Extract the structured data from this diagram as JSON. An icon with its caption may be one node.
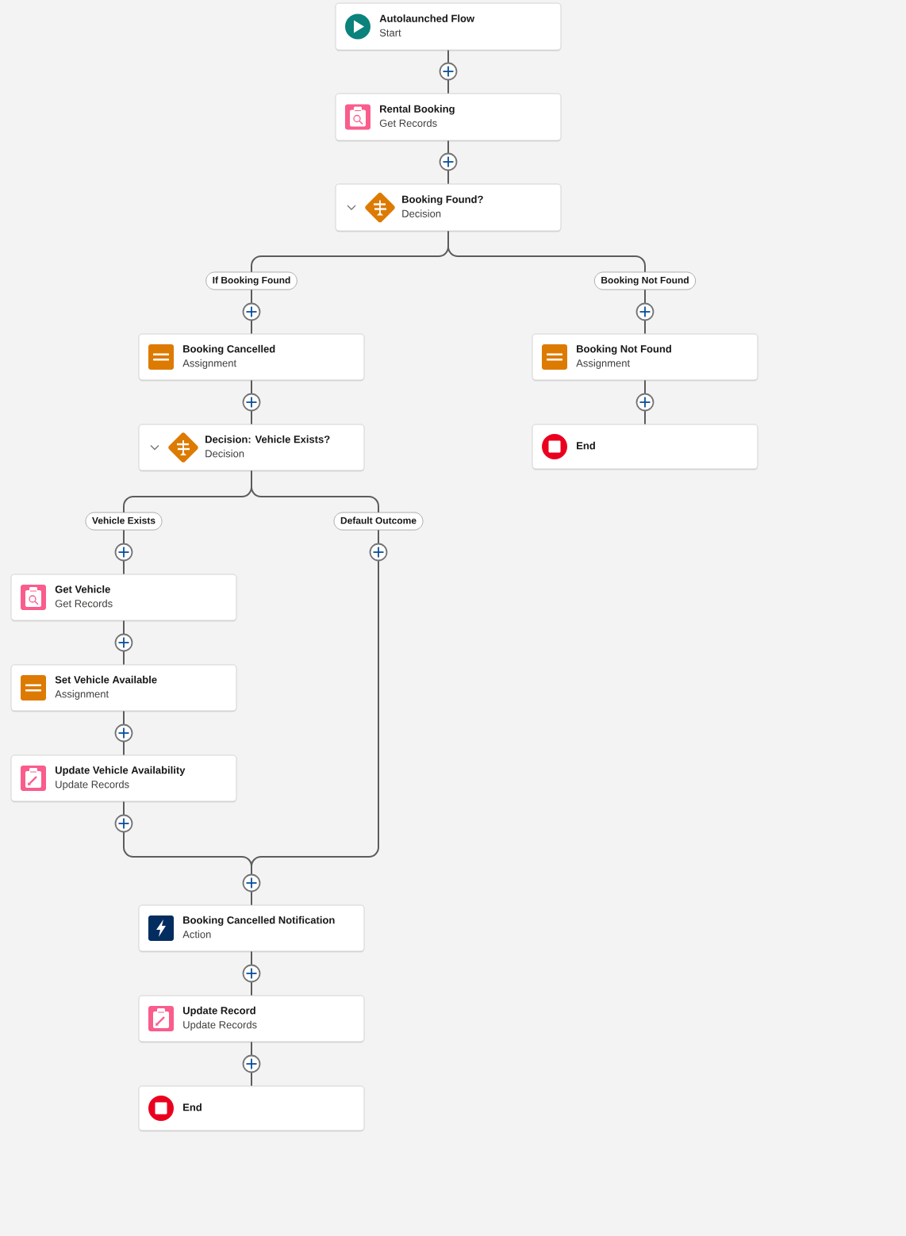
{
  "diagram": {
    "nodes": [
      {
        "text": [
          "Autolaunched Flow",
          "Start"
        ]
      },
      {
        "text": [
          "Rental Booking",
          "Get Records"
        ]
      },
      {
        "text": [
          "Booking Found?",
          "Decision"
        ]
      },
      {
        "text": [
          "Booking Cancelled",
          "Assignment"
        ]
      },
      {
        "text": [
          "Booking Not Found",
          "Assignment"
        ]
      },
      {
        "text": [
          "Decision: Vehicle Exists?",
          "Decision"
        ]
      },
      {
        "text": [
          "End"
        ]
      },
      {
        "text": [
          "Get Vehicle",
          "Get Records"
        ]
      },
      {
        "text": [
          "Set Vehicle Available",
          "Assignment"
        ]
      },
      {
        "text": [
          "Update Vehicle Availability",
          "Update Records"
        ]
      },
      {
        "text": [
          "Booking Cancelled Notification",
          "Action"
        ]
      },
      {
        "text": [
          "Update Record",
          "Update Records"
        ]
      },
      {
        "text": [
          "End"
        ]
      }
    ],
    "edges": [
      {
        "from": 0,
        "to": 1,
        "arrow": "none"
      },
      {
        "from": 1,
        "to": 2,
        "arrow": "none"
      },
      {
        "from": 2,
        "to": 3,
        "arrow": "none",
        "label": "If Booking Found"
      },
      {
        "from": 2,
        "to": 4,
        "arrow": "none",
        "label": "Booking Not Found"
      },
      {
        "from": 3,
        "to": 5,
        "arrow": "none"
      },
      {
        "from": 4,
        "to": 6,
        "arrow": "none"
      },
      {
        "from": 5,
        "to": 7,
        "arrow": "none",
        "label": "Vehicle Exists"
      },
      {
        "from": 5,
        "to": 10,
        "arrow": "none",
        "label": "Default Outcome"
      },
      {
        "from": 7,
        "to": 8,
        "arrow": "none"
      },
      {
        "from": 8,
        "to": 9,
        "arrow": "none"
      },
      {
        "from": 9,
        "to": 10,
        "arrow": "none"
      },
      {
        "from": 10,
        "to": 11,
        "arrow": "none"
      },
      {
        "from": 11,
        "to": 12,
        "arrow": "none"
      }
    ]
  }
}
